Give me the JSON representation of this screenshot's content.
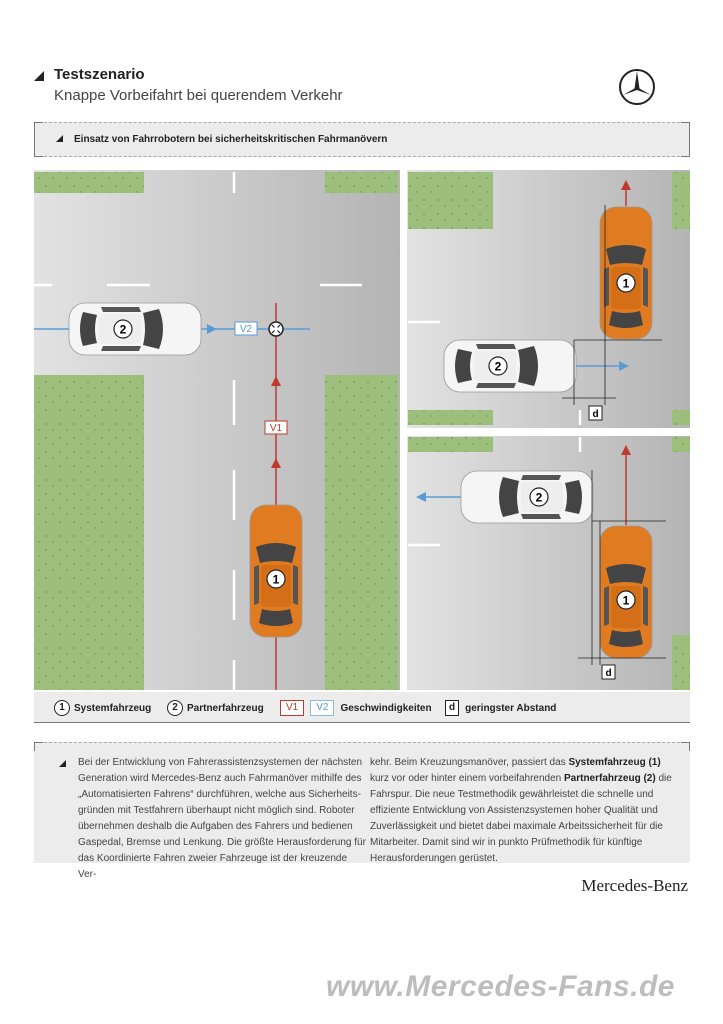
{
  "header": {
    "title": "Testszenario",
    "subtitle": "Knappe Vorbeifahrt bei querendem Verkehr",
    "logo": "mercedes-star-logo"
  },
  "banner": {
    "title": "Einsatz von Fahrrobotern bei sicherheitskritischen Fahrmanövern"
  },
  "diagram": {
    "car1_number": "1",
    "car2_number": "2",
    "v1_label": "V1",
    "v2_label": "V2",
    "d_label": "d",
    "colors": {
      "system_car": "#e07b22",
      "partner_car": "#f4f4f4",
      "v1": "#c0392b",
      "v2": "#5b9bd5",
      "grass": "#9cc07c"
    }
  },
  "legend": {
    "item1_num": "1",
    "item1_label": "Systemfahrzeug",
    "item2_num": "2",
    "item2_label": "Partnerfahrzeug",
    "v1": "V1",
    "v2": "V2",
    "speeds_label": "Geschwindigkeiten",
    "d": "d",
    "d_label": "geringster Abstand"
  },
  "body": {
    "col1": "Bei der Entwicklung von Fahrerassistenzsystemen der nächsten Generation wird Mercedes-Benz auch Fahrmanöver mithilfe des „Automatisierten Fahrens“ durchführen, welche aus Sicherheits-gründen mit Testfahrern überhaupt nicht möglich sind. Roboter übernehmen deshalb die Aufgaben des Fahrers und bedienen Gaspedal, Bremse und Lenkung. Die größte Herausforderung für das Koordinierte Fahren zweier Fahrzeuge ist der kreuzende Ver-",
    "col2_a": "kehr. Beim Kreuzungsmanöver, passiert das ",
    "col2_b": "Systemfahrzeug (1)",
    "col2_c": " kurz vor oder hinter einem vorbeifahrenden ",
    "col2_d": "Partnerfahrzeug (2)",
    "col2_e": " die Fahrspur. Die neue Testmethodik gewährleistet die schnelle und effiziente Entwicklung von Assistenzsystemen hoher Qualität und Zuverlässigkeit und bietet dabei maximale Arbeitssicherheit für die Mitarbeiter. Damit sind wir in punkto Prüfmethodik für künftige Herausforderungen gerüstet."
  },
  "footer": {
    "brand": "Mercedes-Benz",
    "watermark": "www.Mercedes-Fans.de"
  }
}
